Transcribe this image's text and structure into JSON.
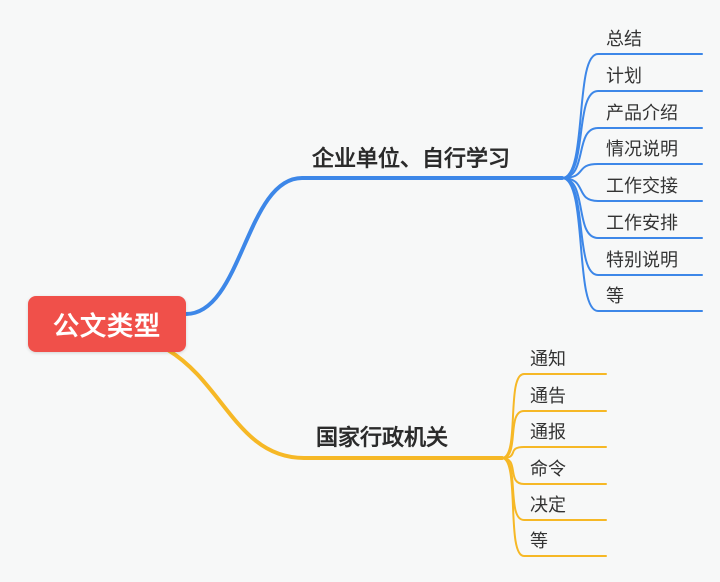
{
  "root": {
    "label": "公文类型"
  },
  "branches": [
    {
      "label": "企业单位、自行学习",
      "color": "#3d87e8",
      "leaves": [
        "总结",
        "计划",
        "产品介绍",
        "情况说明",
        "工作交接",
        "工作安排",
        "特别说明",
        "等"
      ]
    },
    {
      "label": "国家行政机关",
      "color": "#f6b826",
      "leaves": [
        "通知",
        "通告",
        "通报",
        "命令",
        "决定",
        "等"
      ]
    }
  ],
  "colors": {
    "root_background": "#f0504a",
    "root_text": "#ffffff",
    "branch_blue": "#3d87e8",
    "branch_yellow": "#f6b826",
    "label_text": "#2b2b2b",
    "leaf_text": "#333333",
    "background": "#f7f8f8"
  }
}
